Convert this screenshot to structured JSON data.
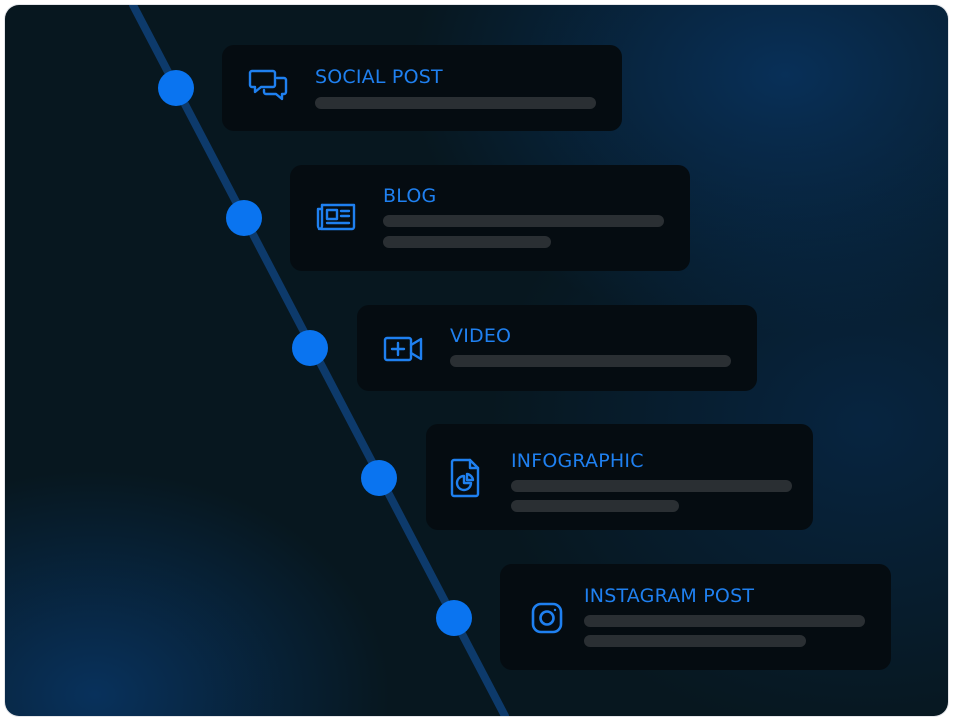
{
  "colors": {
    "accent": "#0a74f0",
    "title": "#1f80f0",
    "card": "#050c11",
    "placeholder_bar": "#2a2f33",
    "timeline_line": "#0d3a6b",
    "background": "#07171f"
  },
  "cards": [
    {
      "title": "SOCIAL POST",
      "icon": "chat-bubbles-icon"
    },
    {
      "title": "BLOG",
      "icon": "newspaper-icon"
    },
    {
      "title": "VIDEO",
      "icon": "video-camera-icon"
    },
    {
      "title": "INFOGRAPHIC",
      "icon": "document-chart-icon"
    },
    {
      "title": "INSTAGRAM POST",
      "icon": "instagram-icon"
    }
  ]
}
